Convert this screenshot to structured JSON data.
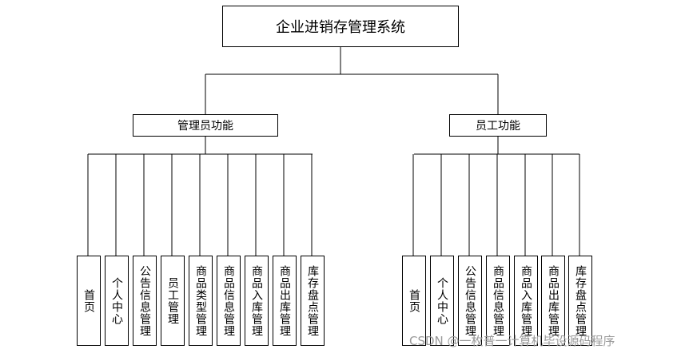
{
  "title": "企业进销存管理系统",
  "branches": [
    {
      "label": "管理员功能",
      "items": [
        "首页",
        "个人中心",
        "公告信息管理",
        "员工管理",
        "商品类型管理",
        "商品信息管理",
        "商品入库管理",
        "商品出库管理",
        "库存盘点管理"
      ]
    },
    {
      "label": "员工功能",
      "items": [
        "首页",
        "个人中心",
        "公告信息管理",
        "商品信息管理",
        "商品入库管理",
        "商品出库管理",
        "库存盘点管理"
      ]
    }
  ],
  "watermark": "CSDN @一枚普一计算机毕设源码程序"
}
